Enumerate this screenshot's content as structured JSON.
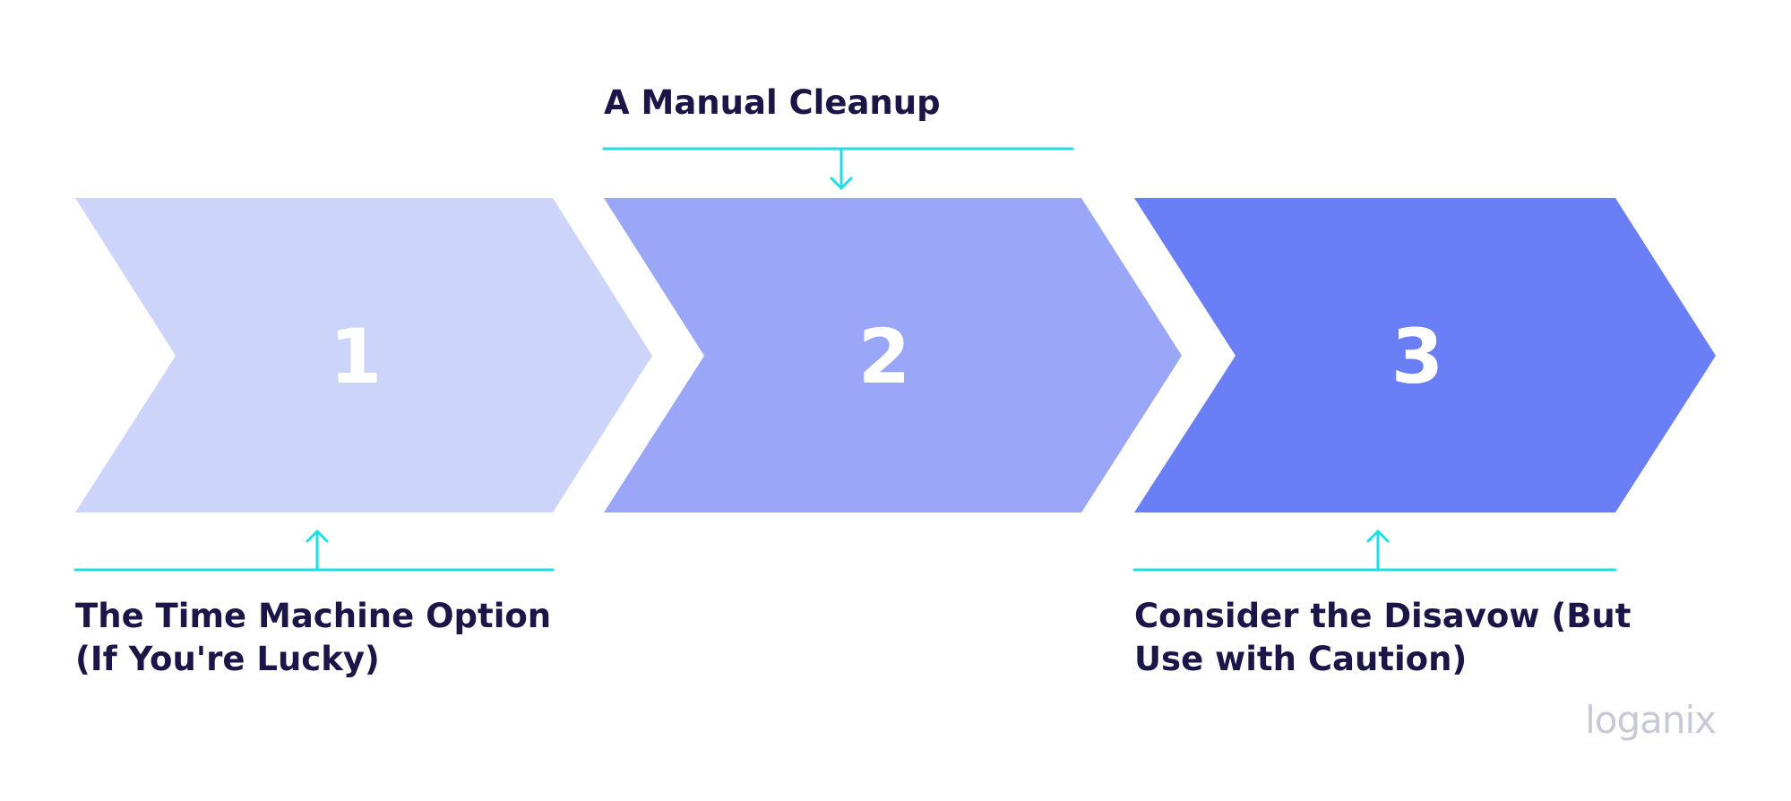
{
  "colors": {
    "step1": "#cdd4fa",
    "step2": "#9aa7f9",
    "step3": "#6a7ef6",
    "connector": "#1fdde3",
    "label": "#1c1548",
    "number": "#ffffff",
    "logo": "#c9c8d6"
  },
  "steps": [
    {
      "number": "1",
      "callout_position": "below",
      "label_lines": [
        "The Time Machine Option",
        "(If You're Lucky)"
      ],
      "icon": "arrow-up-icon"
    },
    {
      "number": "2",
      "callout_position": "above",
      "label_lines": [
        "A Manual Cleanup"
      ],
      "icon": "arrow-down-icon"
    },
    {
      "number": "3",
      "callout_position": "below",
      "label_lines": [
        "Consider the Disavow (But",
        "Use with Caution)"
      ],
      "icon": "arrow-up-icon"
    }
  ],
  "brand": {
    "logo_text": "loganix"
  }
}
